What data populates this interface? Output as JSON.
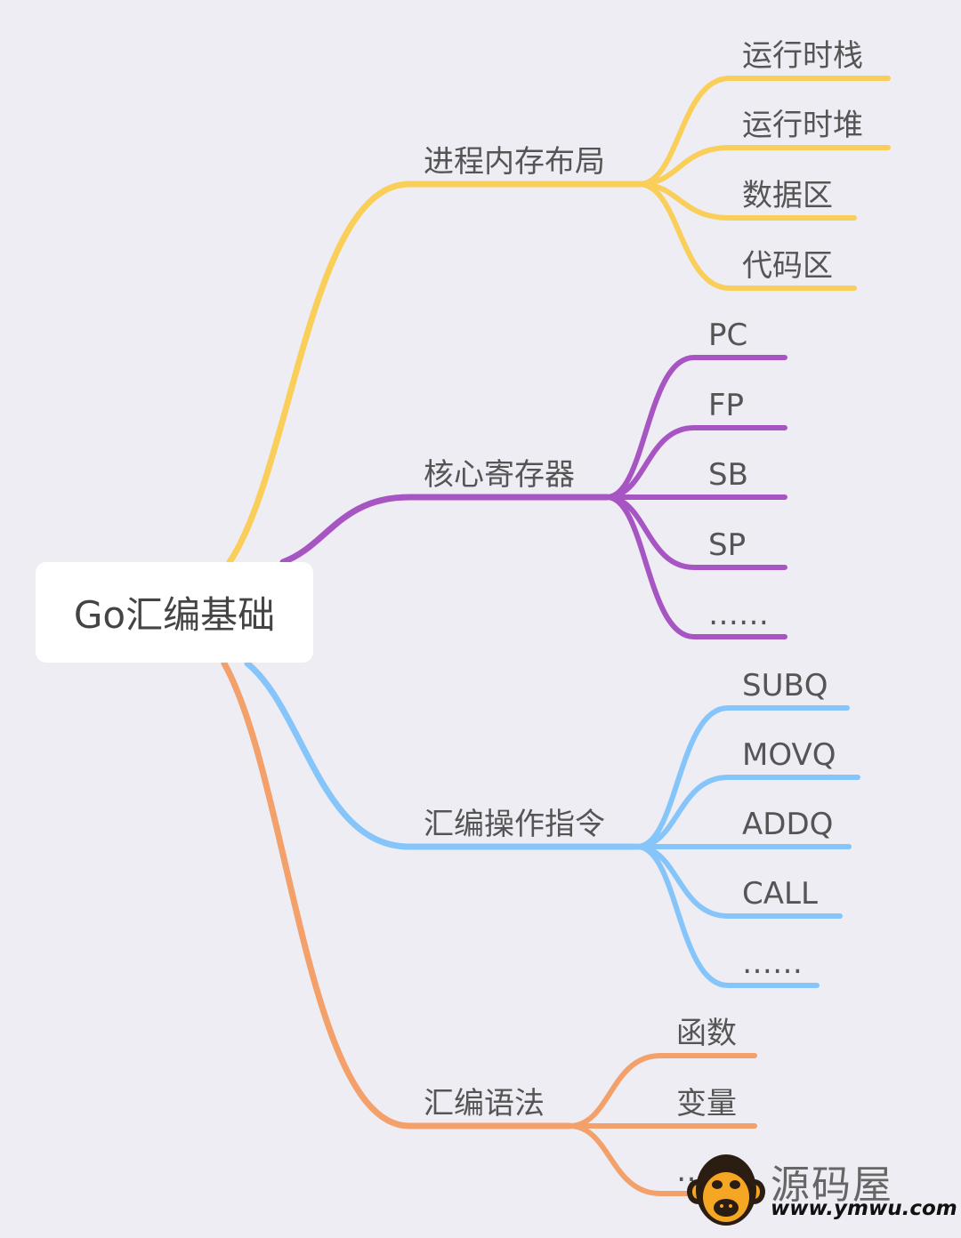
{
  "root": {
    "label": "Go汇编基础"
  },
  "colors": {
    "memory": "#f9cf5a",
    "registers": "#a855c4",
    "instructions": "#86c5fa",
    "syntax": "#f3a06a",
    "background": "#eeedf4"
  },
  "branches": [
    {
      "id": "memory",
      "label": "进程内存布局",
      "leaves": [
        "运行时栈",
        "运行时堆",
        "数据区",
        "代码区"
      ]
    },
    {
      "id": "registers",
      "label": "核心寄存器",
      "leaves": [
        "PC",
        "FP",
        "SB",
        "SP",
        "……"
      ]
    },
    {
      "id": "instructions",
      "label": "汇编操作指令",
      "leaves": [
        "SUBQ",
        "MOVQ",
        "ADDQ",
        "CALL",
        "……"
      ]
    },
    {
      "id": "syntax",
      "label": "汇编语法",
      "leaves": [
        "函数",
        "变量",
        "……"
      ]
    }
  ],
  "watermark": {
    "name": "源码屋",
    "url": "www.ymwu.com",
    "logo_icon": "monkey-logo-icon"
  }
}
